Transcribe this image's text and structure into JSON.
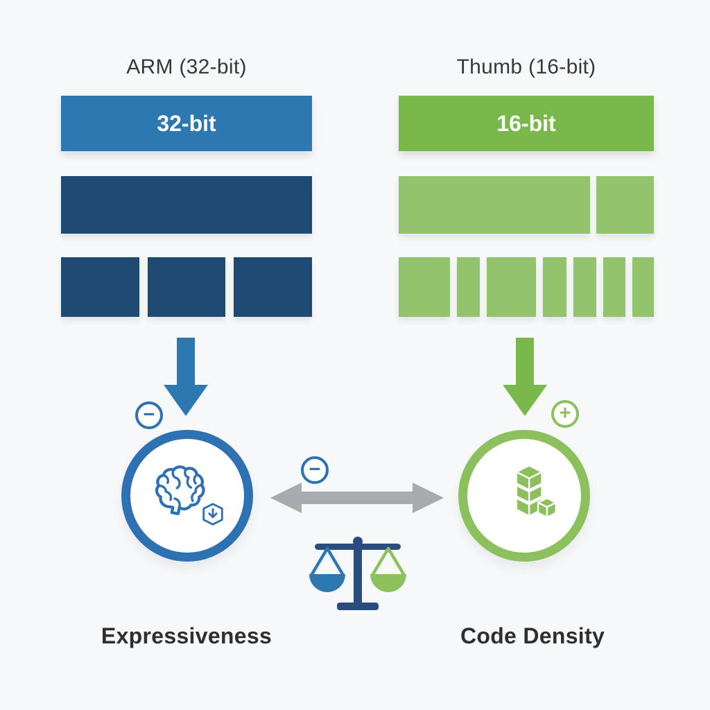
{
  "columns": {
    "arm": {
      "title": "ARM (32-bit)",
      "instruction_bar_label": "32-bit",
      "row2_blocks": [
        100
      ],
      "row3_blocks": [
        31.2,
        31.2,
        31.2
      ],
      "badge_sign": "−",
      "outcome_label": "Expressiveness",
      "icon": "brain-icon"
    },
    "thumb": {
      "title": "Thumb (16-bit)",
      "instruction_bar_label": "16-bit",
      "row2_blocks": [
        75,
        22.5
      ],
      "row3_blocks": [
        20.1,
        9,
        19.3,
        9,
        9,
        8.7,
        8.4
      ],
      "badge_sign": "+",
      "outcome_label": "Code Density",
      "icon": "stacked-boxes-icon"
    }
  },
  "tradeoff": {
    "badge_sign": "−",
    "icon": "balance-scale-icon"
  },
  "colors": {
    "bg": "#f7f8f9",
    "text": "#383838",
    "label_text": "#2f2f2f",
    "arm_primary": "#2e78b2",
    "arm_dark": "#1e4a72",
    "arm_ring": "#2d71b3",
    "thumb_primary": "#79b84a",
    "thumb_light": "#92c46d",
    "thumb_ring": "#8cc05c",
    "neutral_gray": "#a8aaad",
    "scale_dark": "#2b4d7d"
  }
}
